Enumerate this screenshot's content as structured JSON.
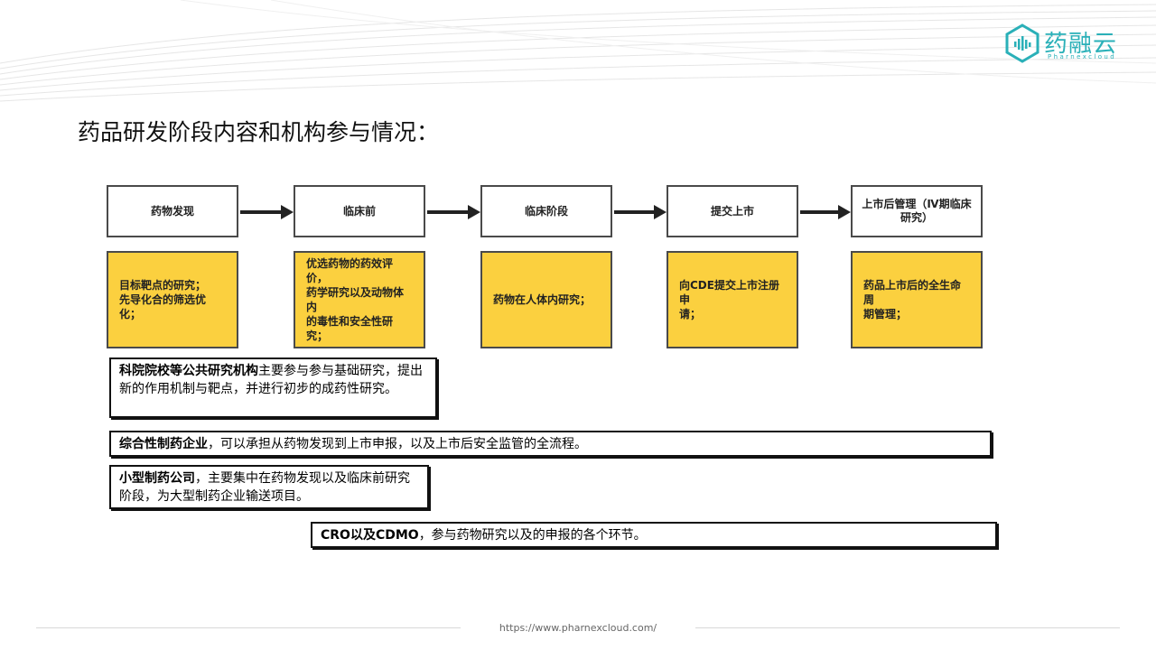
{
  "brand": {
    "name": "药融云",
    "subtitle": "Pharnexcloud",
    "accent_color": "#2ab0b8",
    "icon": "hexagon-bars-logo-icon"
  },
  "page": {
    "title": "药品研发阶段内容和机构参与情况："
  },
  "stages": [
    {
      "label": "药物发现",
      "desc": "目标靶点的研究；\n先导化合的筛选优化；"
    },
    {
      "label": "临床前",
      "desc": "优选药物的药效评价，\n药学研究以及动物体内\n的毒性和安全性研究；"
    },
    {
      "label": "临床阶段",
      "desc": "药物在人体内研究；"
    },
    {
      "label": "提交上市",
      "desc": "向CDE提交上市注册申\n请；"
    },
    {
      "label": "上市后管理（Ⅳ期临床研究）",
      "desc": "药品上市后的全生命周\n期管理；"
    }
  ],
  "colors": {
    "desc_fill": "#fbd03f",
    "box_border": "#4a4a4a"
  },
  "notes": [
    {
      "bold": "科院院校等公共研究机构",
      "text": "主要参与参与基础研究，提出新的作用机制与靶点，并进行初步的成药性研究。"
    },
    {
      "bold": "综合性制药企业",
      "text": "，可以承担从药物发现到上市申报，以及上市后安全监管的全流程。"
    },
    {
      "bold": "小型制药公司",
      "text": "，主要集中在药物发现以及临床前研究阶段，为大型制药企业输送项目。"
    },
    {
      "bold": "CRO以及CDMO",
      "text": "，参与药物研究以及的申报的各个环节。"
    }
  ],
  "footer": {
    "url": "https://www.pharnexcloud.com/"
  }
}
